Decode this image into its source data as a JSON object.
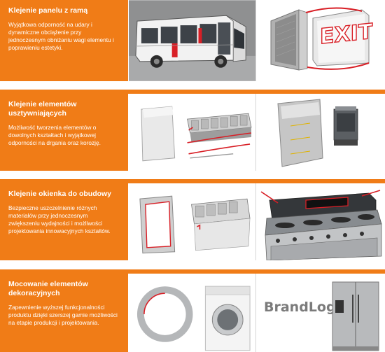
{
  "colors": {
    "accent": "#f07c17",
    "band": "#f07c17",
    "text_on_accent": "#ffffff"
  },
  "rows": [
    {
      "title": "Klejenie panelu z ramą",
      "description": "Wyjątkowa odporność na udary i dynamiczne obciążenie przy jednoczesnym obniżaniu wagi elementu i poprawieniu estetyki.",
      "images": [
        "city-bus-illustration",
        "exit-sign-panel-illustration"
      ],
      "sign_text": "EXIT"
    },
    {
      "title": "Klejenie elementów usztywniających",
      "description": "Możliwość tworzenia elementów o dowolnych kształtach i wyjątkowej odporności na drgania oraz korozję.",
      "images": [
        "stiffener-panel-illustration",
        "appliance-panel-illustration"
      ]
    },
    {
      "title": "Klejenie okienka do obudowy",
      "description": "Bezpieczne uszczelnienie różnych materiałów przy jednoczesnym zwiększeniu wydajności i możliwości projektowania innowacyjnych kształtów.",
      "images": [
        "window-frame-illustration",
        "gas-stove-illustration"
      ]
    },
    {
      "title": "Mocowanie elementów dekoracyjnych",
      "description": "Zapewnienie wyższej funkcjonalności produktu dzięki szerszej gamie możliwości na etapie produkcji i projektowania.",
      "images": [
        "washing-machine-illustration",
        "brandlogo-fridge-illustration"
      ],
      "logo_text": "BrandLogo"
    }
  ]
}
